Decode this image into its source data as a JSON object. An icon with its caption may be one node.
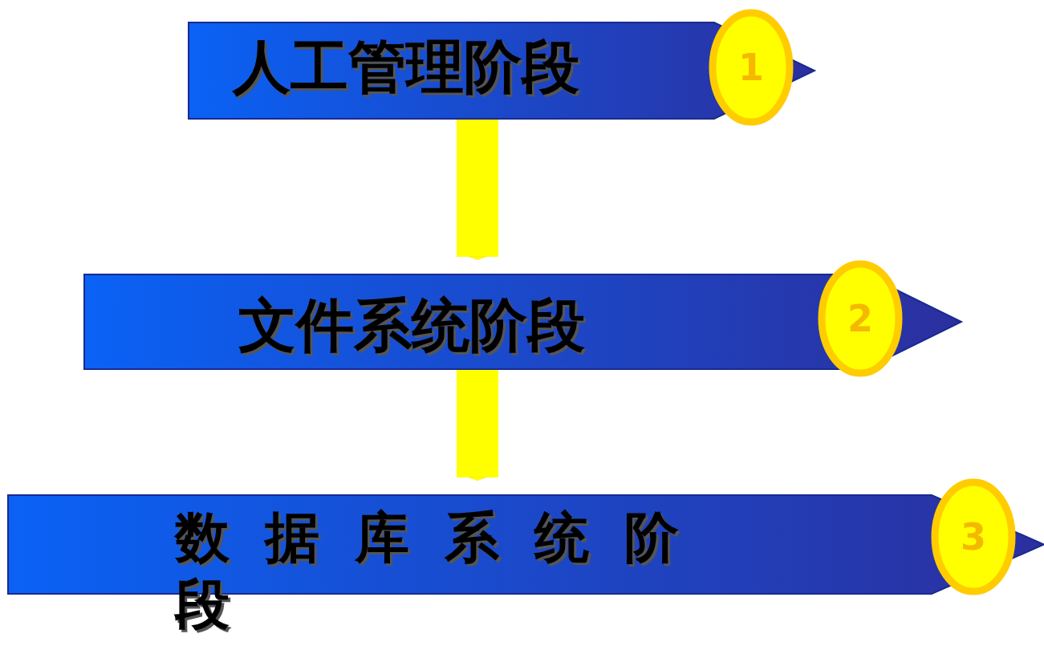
{
  "diagram": {
    "nodes": [
      {
        "text": [
          "人工管理阶段"
        ]
      },
      {
        "text": [
          "1"
        ]
      },
      {
        "text": [
          "文件系统阶段"
        ]
      },
      {
        "text": [
          "2"
        ]
      },
      {
        "text": [
          "数据库系统阶段"
        ]
      },
      {
        "text": [
          "3"
        ]
      }
    ],
    "edges": [
      {
        "from": 0,
        "to": 2,
        "arrow": "to"
      },
      {
        "from": 2,
        "to": 4,
        "arrow": "to"
      }
    ]
  }
}
